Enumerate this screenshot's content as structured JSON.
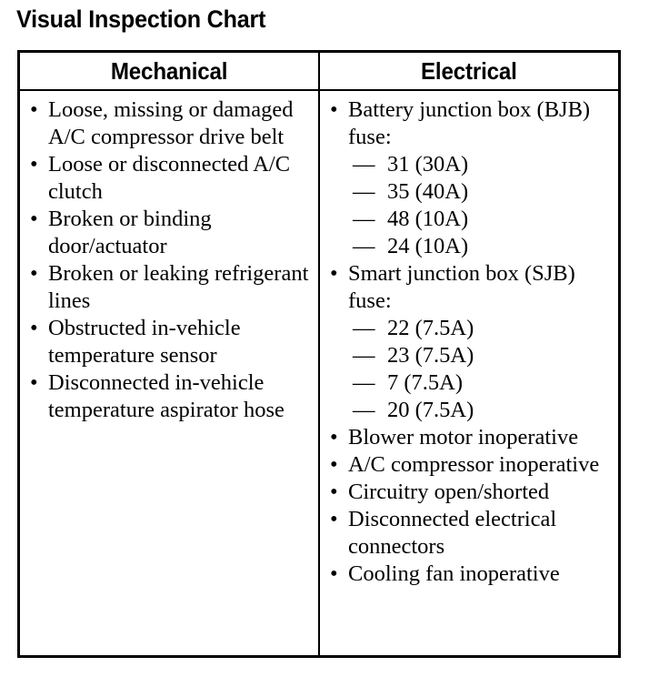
{
  "page": {
    "title": "Visual Inspection Chart",
    "background_color": "#ffffff",
    "text_color": "#000000",
    "border_color": "#000000",
    "bullet_glyph": "•",
    "dash_glyph": "—"
  },
  "table": {
    "columns": [
      {
        "header": "Mechanical",
        "items": [
          {
            "text": "Loose, missing or damaged A/C compressor drive belt",
            "subitems": []
          },
          {
            "text": "Loose or disconnected A/C clutch",
            "subitems": []
          },
          {
            "text": "Broken or binding door/actuator",
            "subitems": []
          },
          {
            "text": "Broken or leaking refrigerant lines",
            "subitems": []
          },
          {
            "text": "Obstructed in-vehicle temperature sensor",
            "subitems": []
          },
          {
            "text": "Disconnected in-vehicle temperature aspirator hose",
            "subitems": []
          }
        ]
      },
      {
        "header": "Electrical",
        "items": [
          {
            "text": "Battery junction box (BJB) fuse:",
            "subitems": [
              "31 (30A)",
              "35 (40A)",
              "48 (10A)",
              "24 (10A)"
            ]
          },
          {
            "text": "Smart junction box (SJB) fuse:",
            "subitems": [
              "22 (7.5A)",
              "23 (7.5A)",
              "7 (7.5A)",
              "20 (7.5A)"
            ]
          },
          {
            "text": "Blower motor inoperative",
            "subitems": []
          },
          {
            "text": "A/C compressor inoperative",
            "subitems": []
          },
          {
            "text": "Circuitry open/shorted",
            "subitems": []
          },
          {
            "text": "Disconnected electrical connectors",
            "subitems": []
          },
          {
            "text": "Cooling fan inoperative",
            "subitems": []
          }
        ]
      }
    ]
  }
}
